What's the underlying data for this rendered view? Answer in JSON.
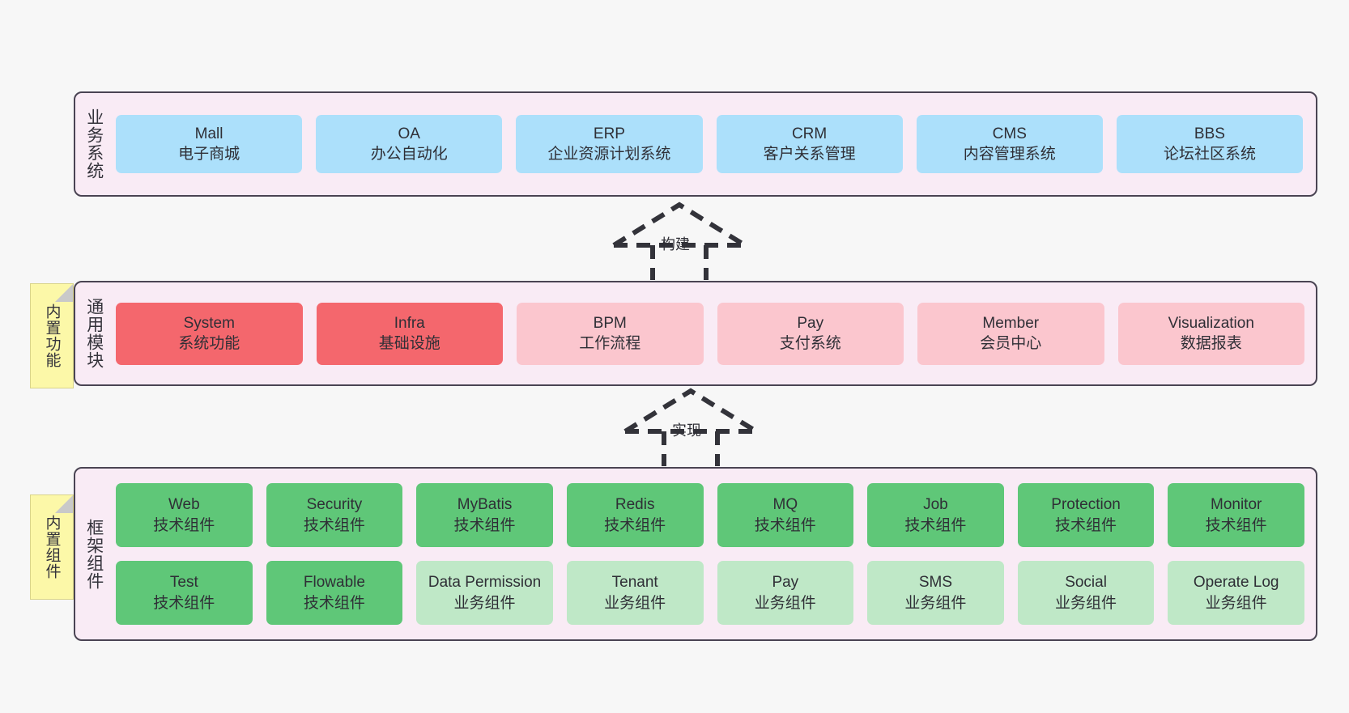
{
  "diagram": {
    "background_color": "#f7f7f7",
    "container_fill": "#f9ebf5",
    "container_border": "#4a4453"
  },
  "layers": [
    {
      "id": "business",
      "label": "业务系统",
      "accent": "#ace0fb",
      "rows": [
        [
          {
            "name": "Mall",
            "sub": "电子商城",
            "style": "c-blue"
          },
          {
            "name": "OA",
            "sub": "办公自动化",
            "style": "c-blue"
          },
          {
            "name": "ERP",
            "sub": "企业资源计划系统",
            "style": "c-blue"
          },
          {
            "name": "CRM",
            "sub": "客户关系管理",
            "style": "c-blue"
          },
          {
            "name": "CMS",
            "sub": "内容管理系统",
            "style": "c-blue"
          },
          {
            "name": "BBS",
            "sub": "论坛社区系统",
            "style": "c-blue"
          }
        ]
      ]
    },
    {
      "id": "common",
      "label": "通用模块",
      "accent": "#f4676d",
      "sticky": "内置功能",
      "rows": [
        [
          {
            "name": "System",
            "sub": "系统功能",
            "style": "c-red"
          },
          {
            "name": "Infra",
            "sub": "基础设施",
            "style": "c-red"
          },
          {
            "name": "BPM",
            "sub": "工作流程",
            "style": "c-pinklight"
          },
          {
            "name": "Pay",
            "sub": "支付系统",
            "style": "c-pinklight"
          },
          {
            "name": "Member",
            "sub": "会员中心",
            "style": "c-pinklight"
          },
          {
            "name": "Visualization",
            "sub": "数据报表",
            "style": "c-pinklight"
          }
        ]
      ]
    },
    {
      "id": "framework",
      "label": "框架组件",
      "accent": "#5fc778",
      "sticky": "内置组件",
      "rows": [
        [
          {
            "name": "Web",
            "sub": "技术组件",
            "style": "c-greendark"
          },
          {
            "name": "Security",
            "sub": "技术组件",
            "style": "c-greendark"
          },
          {
            "name": "MyBatis",
            "sub": "技术组件",
            "style": "c-greendark"
          },
          {
            "name": "Redis",
            "sub": "技术组件",
            "style": "c-greendark"
          },
          {
            "name": "MQ",
            "sub": "技术组件",
            "style": "c-greendark"
          },
          {
            "name": "Job",
            "sub": "技术组件",
            "style": "c-greendark"
          },
          {
            "name": "Protection",
            "sub": "技术组件",
            "style": "c-greendark"
          },
          {
            "name": "Monitor",
            "sub": "技术组件",
            "style": "c-greendark"
          }
        ],
        [
          {
            "name": "Test",
            "sub": "技术组件",
            "style": "c-greendark"
          },
          {
            "name": "Flowable",
            "sub": "技术组件",
            "style": "c-greendark"
          },
          {
            "name": "Data Permission",
            "sub": "业务组件",
            "style": "c-greenlight"
          },
          {
            "name": "Tenant",
            "sub": "业务组件",
            "style": "c-greenlight"
          },
          {
            "name": "Pay",
            "sub": "业务组件",
            "style": "c-greenlight"
          },
          {
            "name": "SMS",
            "sub": "业务组件",
            "style": "c-greenlight"
          },
          {
            "name": "Social",
            "sub": "业务组件",
            "style": "c-greenlight"
          },
          {
            "name": "Operate Log",
            "sub": "业务组件",
            "style": "c-greenlight"
          }
        ]
      ]
    }
  ],
  "connectors": [
    {
      "id": "build",
      "label": "构建",
      "from": "common",
      "to": "business",
      "style": "dashed-hollow-triangle"
    },
    {
      "id": "impl",
      "label": "实现",
      "from": "framework",
      "to": "common",
      "style": "dashed-hollow-triangle"
    }
  ]
}
